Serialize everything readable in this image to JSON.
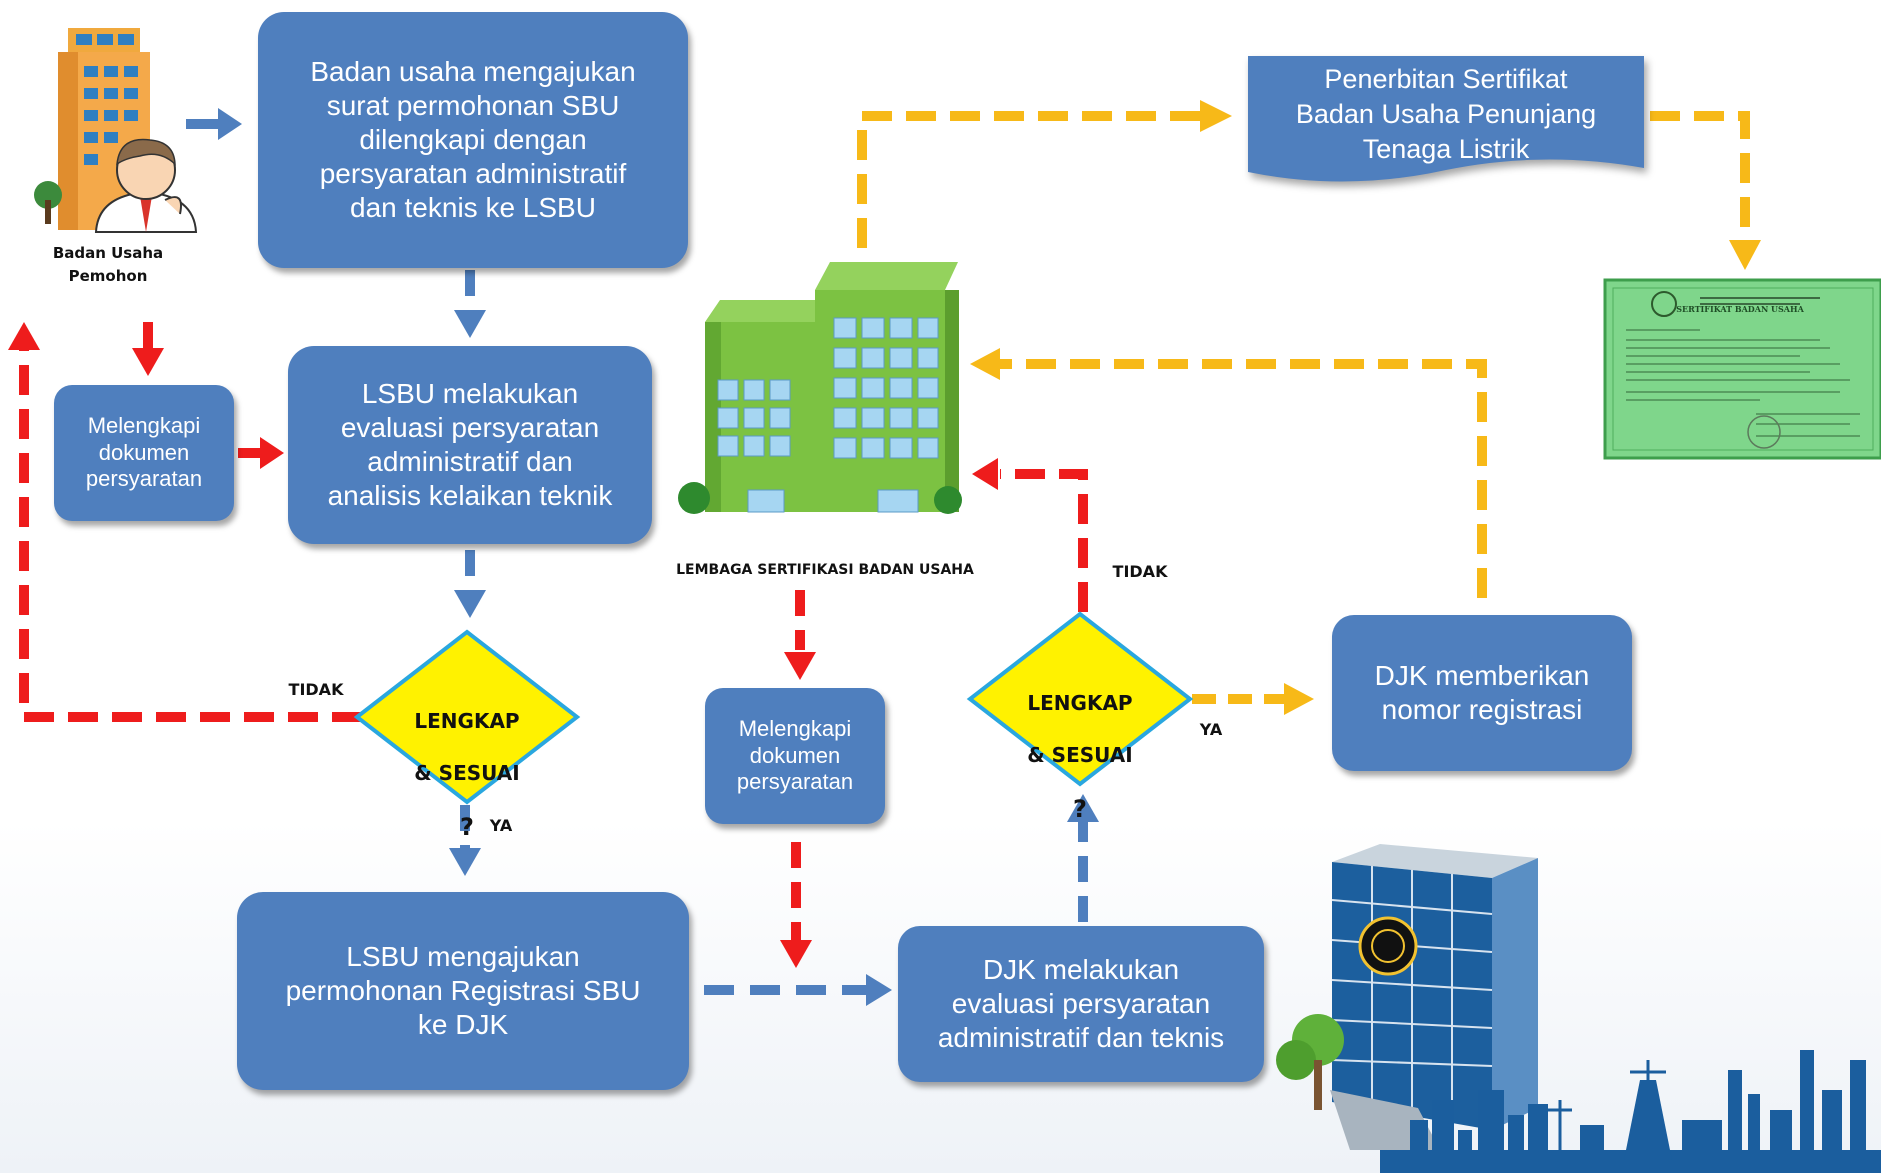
{
  "boxes": {
    "submit": "Badan usaha mengajukan\nsurat permohonan SBU\ndilengkapi dengan\npersyaratan administratif\ndan teknis ke LSBU",
    "lsbu_eval": "LSBU melakukan\nevaluasi persyaratan\nadministratif dan\nanalisis kelaikan teknik",
    "complete_left": "Melengkapi\ndokumen\npersyaratan",
    "complete_mid": "Melengkapi\ndokumen\npersyaratan",
    "lsbu_register": "LSBU mengajukan\npermohonan Registrasi SBU\nke DJK",
    "djk_eval": "DJK melakukan\nevaluasi persyaratan\nadministratif dan teknis",
    "djk_number": "DJK  memberikan\nnomor registrasi",
    "issuance": "Penerbitan Sertifikat\nBadan Usaha Penunjang\nTenaga Listrik"
  },
  "decisions": {
    "left": {
      "line1": "LENGKAP",
      "line2": "& SESUAI",
      "mark": "?"
    },
    "right": {
      "line1": "LENGKAP",
      "line2": "& SESUAI",
      "mark": "?"
    }
  },
  "labels": {
    "applicant": "Badan Usaha\nPemohon",
    "institution": "LEMBAGA SERTIFIKASI BADAN USAHA",
    "tidak_left": "TIDAK",
    "ya_left": "YA",
    "tidak_right": "TIDAK",
    "ya_right": "YA"
  },
  "certificate": {
    "title": "SERTIFIKAT BADAN USAHA"
  },
  "colors": {
    "box": "#4f7fbe",
    "arrow_blue": "#4f7fbe",
    "arrow_red": "#ee1c1c",
    "arrow_yellow": "#f7b918",
    "diamond_fill": "#fff200",
    "diamond_border": "#2aa7df",
    "building_green": "#7cc242",
    "certificate_green": "#7fd68b"
  },
  "icons": [
    "office-building-icon",
    "person-icon",
    "green-building-icon",
    "ministry-building-icon",
    "certificate-icon",
    "city-skyline-icon"
  ]
}
